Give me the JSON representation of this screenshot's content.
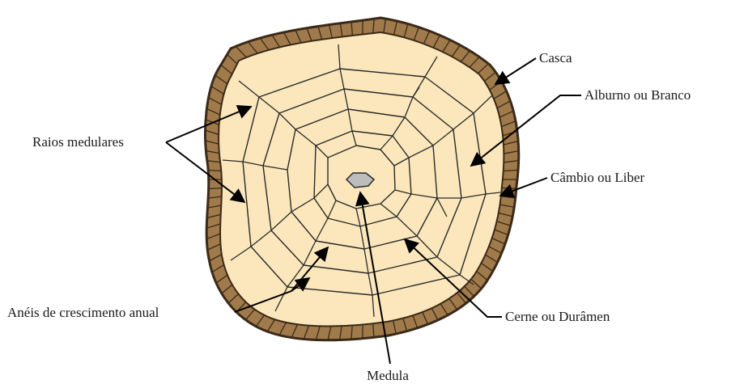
{
  "labels": {
    "casca": "Casca",
    "alburno": "Alburno ou Branco",
    "cambio": "Câmbio ou Liber",
    "cerne": "Cerne ou Durâmen",
    "medula": "Medula",
    "aneis": "Anéis de crescimento anual",
    "raios": "Raios medulares"
  },
  "colors": {
    "bark": "#a07a4a",
    "bark_outline": "#3a2a18",
    "wood": "#fbe7bb",
    "rings": "#2a2a2a",
    "pith": "#bdbdbd",
    "arrows": "#000000"
  }
}
